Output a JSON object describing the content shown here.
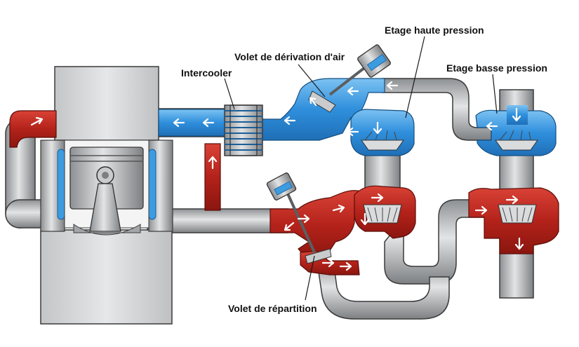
{
  "labels": {
    "etage_haute_pression": "Etage haute pression",
    "volet_derivation": "Volet de dérivation d'air",
    "etage_basse_pression": "Etage basse pression",
    "intercooler": "Intercooler",
    "volet_repartition": "Volet de répartition"
  },
  "colors": {
    "intake_air": "#3d9be0",
    "exhaust_gas": "#b8251c",
    "metal": "#b9bcbf",
    "engine_block": "#d6d7d8",
    "outline": "#2b2b2b"
  }
}
